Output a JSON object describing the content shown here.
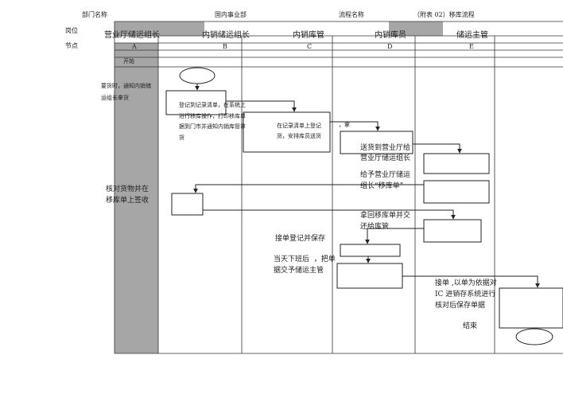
{
  "header": {
    "dept_label": "部门名称",
    "dept_value": "国内事业部",
    "flow_label": "流程名称",
    "flow_value": "（附表 02）移库流程"
  },
  "rows": {
    "position_label": "岗位",
    "node_label": "节点"
  },
  "lanes": [
    {
      "position": "营业厅储运组长",
      "node": "A"
    },
    {
      "position": "内销储运组长",
      "node": "B"
    },
    {
      "position": "内销库管",
      "node": "C"
    },
    {
      "position": "内销库员",
      "node": "D"
    },
    {
      "position": "储运主管",
      "node": "E"
    }
  ],
  "start_label": "开始",
  "steps": {
    "a_request": "要货时，通知内销储\n运组长拿货",
    "b_record": "登记到记录清单，在系统上\n进行移库操作，打印移库单\n据到门市并通知内销库管拿\n货",
    "c_register": "在记录清单上登记\n货，安排库员送货",
    "c_arrow_mark": "，拿",
    "d_deliver": "送货到营业厅给\n营业厅储运组长",
    "d_give_slip": "给予营业厅储运\n组长“移库单”",
    "a_check": "核对货物并在\n移库单上签收",
    "d_return": "拿回移库单并交\n还给库管",
    "c_receive": "接单登记并保存",
    "c_daily": "当天下班后  ，把单\n据交予储运主管",
    "e_verify": "接单 ,以单为依据对\nIC 进销存系统进行\n核对后保存单据",
    "end_label": "结束"
  }
}
